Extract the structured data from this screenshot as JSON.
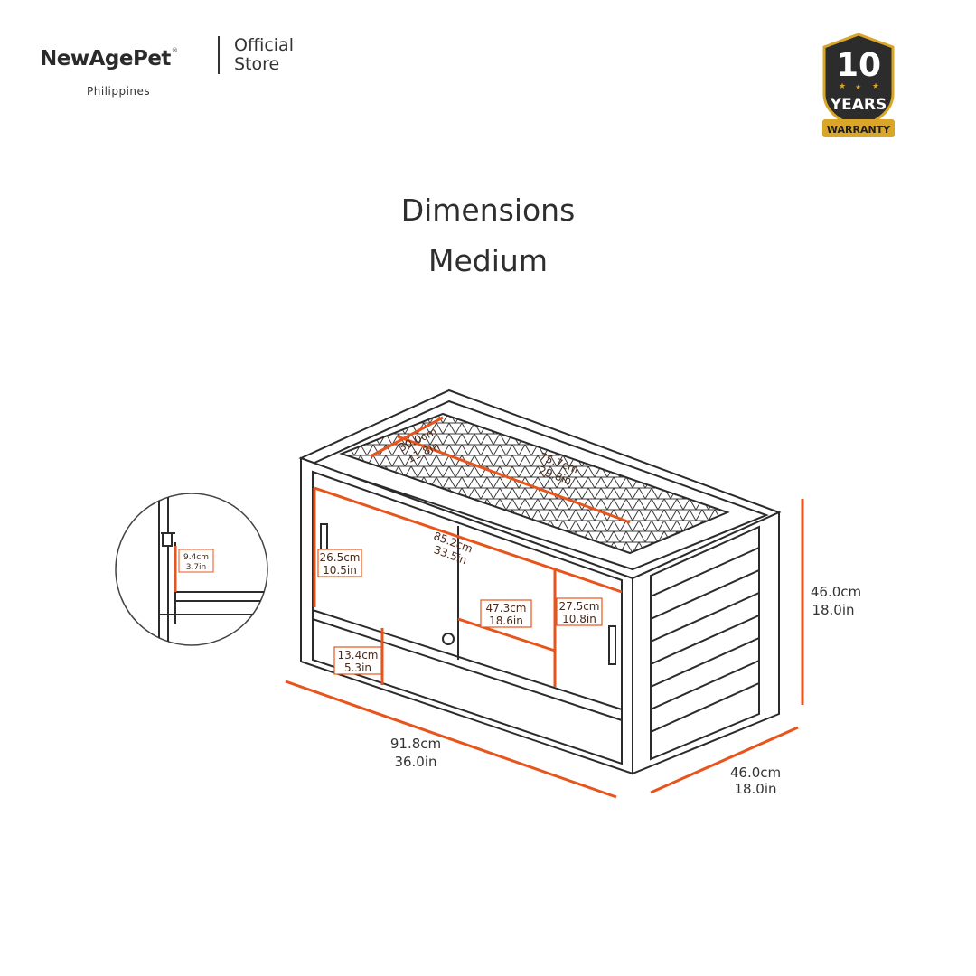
{
  "header": {
    "brand": "NewAgePet",
    "registered_mark": "®",
    "country": "Philippines",
    "store_line1": "Official",
    "store_line2": "Store"
  },
  "badge": {
    "number": "10",
    "line1": "YEARS",
    "line2": "WARRANTY"
  },
  "title": {
    "line1": "Dimensions",
    "line2": "Medium"
  },
  "measurements": {
    "total_width": {
      "cm": "91.8cm",
      "in": "36.0in"
    },
    "total_depth": {
      "cm": "46.0cm",
      "in": "18.0in"
    },
    "total_height": {
      "cm": "46.0cm",
      "in": "18.0in"
    },
    "mesh_depth": {
      "cm": "30.0cm",
      "in": "11.8in"
    },
    "mesh_length": {
      "cm": "75.7cm",
      "in": "29.8in"
    },
    "front_opening_width": {
      "cm": "85.2cm",
      "in": "33.5in"
    },
    "front_left_height": {
      "cm": "26.5cm",
      "in": "10.5in"
    },
    "door_width": {
      "cm": "47.3cm",
      "in": "18.6in"
    },
    "front_right_height": {
      "cm": "27.5cm",
      "in": "10.8in"
    },
    "base_height": {
      "cm": "13.4cm",
      "in": "5.3in"
    },
    "detail_gap": {
      "cm": "9.4cm",
      "in": "3.7in"
    }
  },
  "colors": {
    "accent": "#E8551C",
    "line": "#2b2b2b",
    "badge_dark": "#2c2c2c",
    "badge_gold": "#D9A62A"
  }
}
